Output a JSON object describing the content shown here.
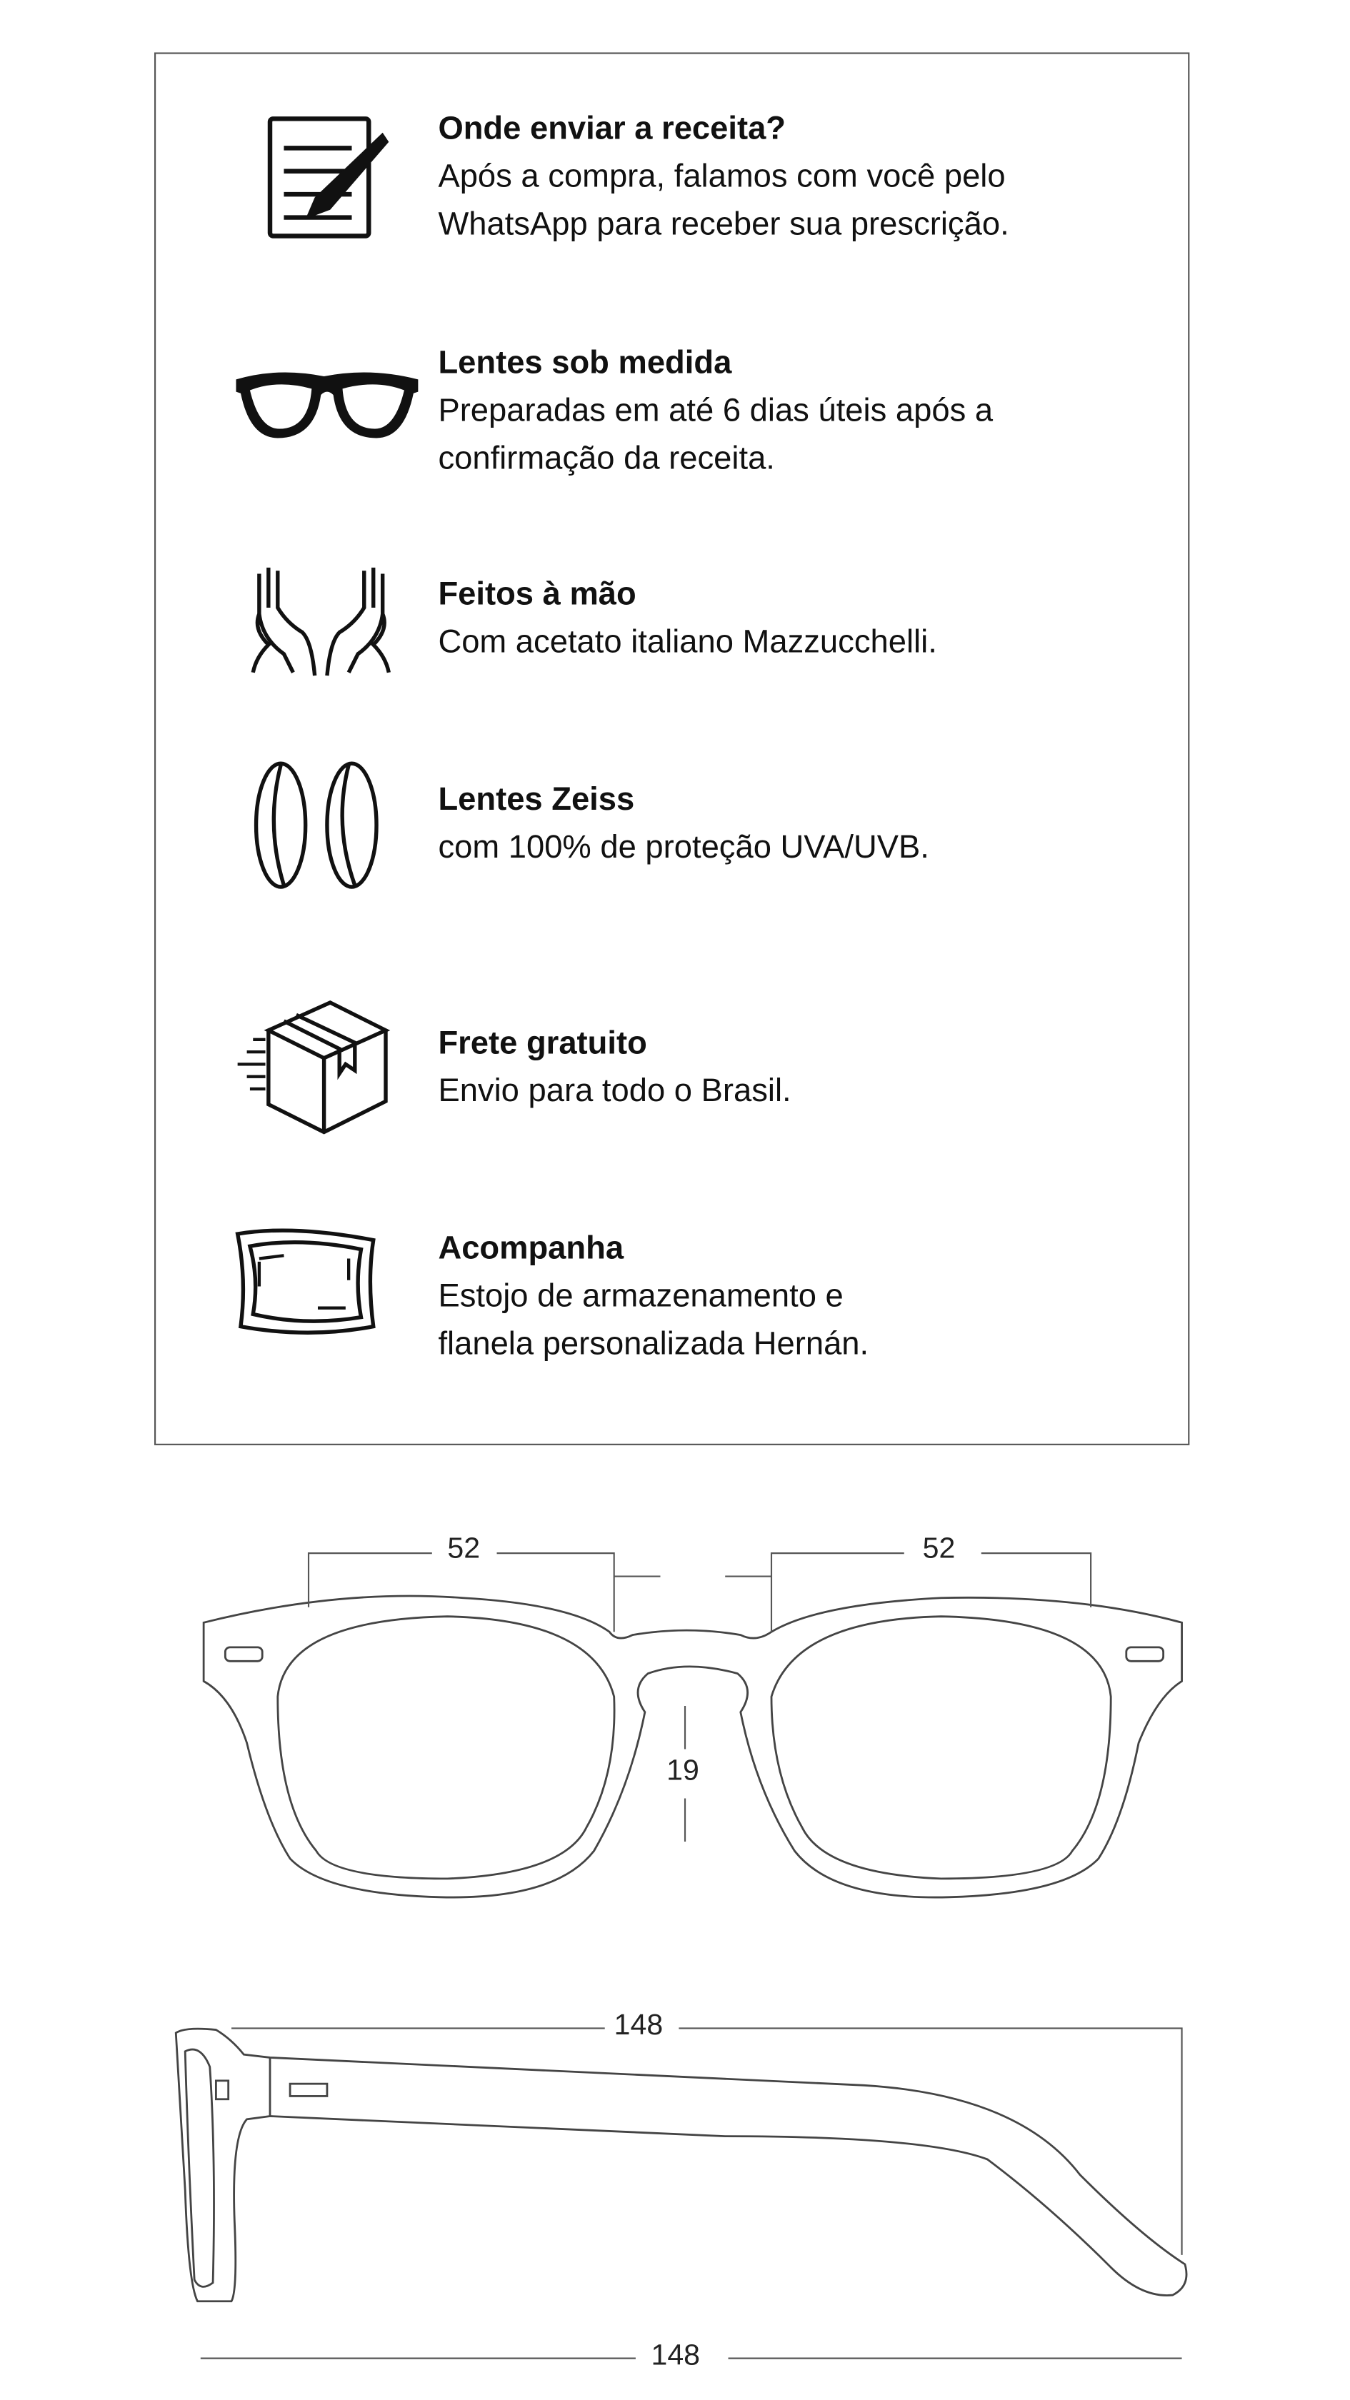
{
  "features": [
    {
      "icon": "prescription-icon",
      "title": "Onde enviar a receita?",
      "lines": [
        "Após a compra, falamos com você pelo",
        "WhatsApp para receber sua prescrição."
      ]
    },
    {
      "icon": "glasses-icon",
      "title": "Lentes sob medida",
      "lines": [
        "Preparadas em até 6 dias úteis após a",
        "confirmação da receita."
      ]
    },
    {
      "icon": "hands-icon",
      "title": "Feitos à mão",
      "lines": [
        "Com acetato italiano Mazzucchelli."
      ]
    },
    {
      "icon": "lenses-icon",
      "title": "Lentes Zeiss",
      "lines": [
        "com 100% de proteção UVA/UVB."
      ]
    },
    {
      "icon": "shipping-box-icon",
      "title": "Frete gratuito",
      "lines": [
        "Envio para todo o Brasil."
      ]
    },
    {
      "icon": "cloth-icon",
      "title": "Acompanha",
      "lines": [
        "Estojo de armazenamento e",
        "flanela personalizada Hernán."
      ]
    }
  ],
  "dimensions": {
    "lens_width_left": "52",
    "lens_width_right": "52",
    "bridge": "19",
    "temple_length": "148",
    "total_length": "148"
  }
}
